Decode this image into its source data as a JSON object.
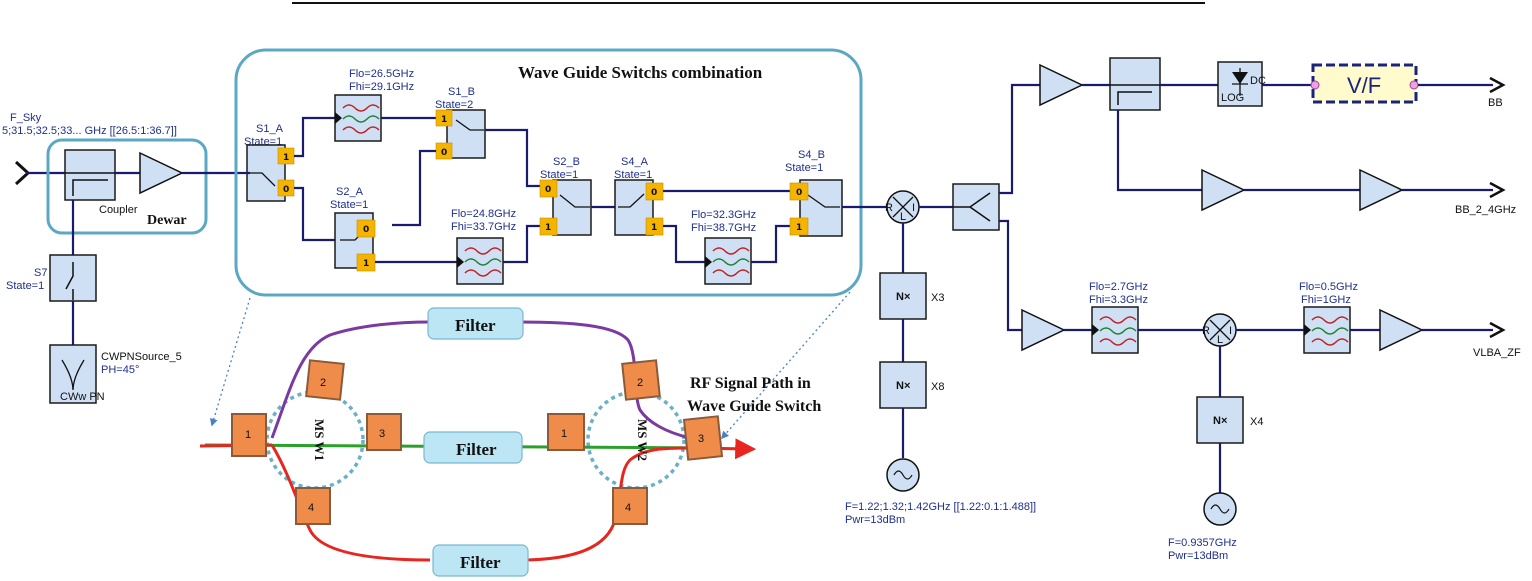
{
  "sky": {
    "name": "F_Sky",
    "freq": "5;31.5;32.5;33... GHz [[26.5:1:36.7]]"
  },
  "coupler_label": "Coupler",
  "dewar_label": "Dewar",
  "switch7": {
    "name": "S7",
    "state": "State=1"
  },
  "cwpn": {
    "name": "CWPNSource_5",
    "phase": "PH=45°",
    "icon_text": "CWw PN"
  },
  "wg_title": "Wave Guide Switchs combination",
  "s1a": {
    "name": "S1_A",
    "state": "State=1"
  },
  "s1b": {
    "name": "S1_B",
    "state": "State=2"
  },
  "s2a": {
    "name": "S2_A",
    "state": "State=1"
  },
  "s2b": {
    "name": "S2_B",
    "state": "State=1"
  },
  "s4a": {
    "name": "S4_A",
    "state": "State=1"
  },
  "s4b": {
    "name": "S4_B",
    "state": "State=1"
  },
  "filter1": {
    "flo": "Flo=26.5GHz",
    "fhi": "Fhi=29.1GHz"
  },
  "filter2": {
    "flo": "Flo=24.8GHz",
    "fhi": "Fhi=33.7GHz"
  },
  "filter3": {
    "flo": "Flo=32.3GHz",
    "fhi": "Fhi=38.7GHz"
  },
  "port_labels": {
    "p0": "0",
    "p1": "1"
  },
  "mixer_letters": {
    "r": "R",
    "i": "I",
    "l": "L"
  },
  "x3": "X3",
  "x8": "X8",
  "x4": "X4",
  "mult_icon": "N×",
  "lo1": {
    "freq": "F=1.22;1.32;1.42GHz [[1.22:0.1:1.488]]",
    "pwr": "Pwr=13dBm"
  },
  "lo2": {
    "freq": "F=0.9357GHz",
    "pwr": "Pwr=13dBm"
  },
  "out_bb": "BB",
  "out_bb2": "BB_2_4GHz",
  "out_vlba": "VLBA_ZF",
  "vf_label": "V/F",
  "det_log": "LOG",
  "det_dc": "DC",
  "filter4": {
    "flo": "Flo=2.7GHz",
    "fhi": "Fhi=3.3GHz"
  },
  "filter5": {
    "flo": "Flo=0.5GHz",
    "fhi": "Fhi=1GHz"
  },
  "signal_path": {
    "title_line1": "RF Signal Path in",
    "title_line2": "Wave Guide Switch",
    "filter_labels": [
      "Filter",
      "Filter",
      "Filter"
    ],
    "w1_ports": [
      "1",
      "2",
      "3",
      "4"
    ],
    "w2_ports": [
      "1",
      "2",
      "3",
      "4"
    ],
    "w1_label": "MS W1",
    "w2_label": "MS W2"
  }
}
